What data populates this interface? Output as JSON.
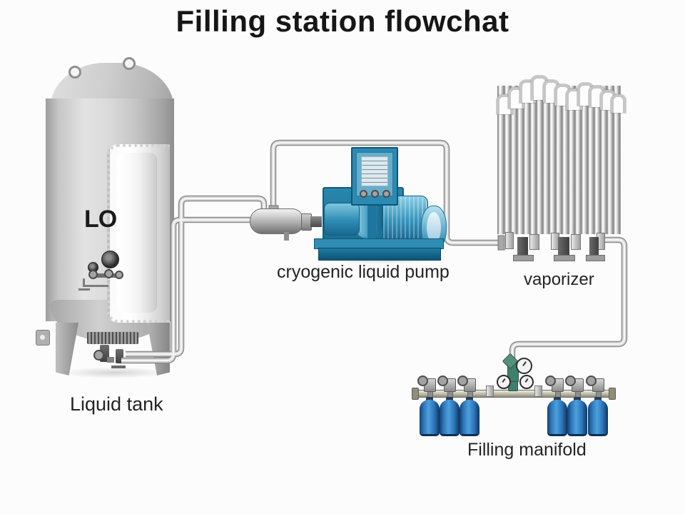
{
  "title": "Filling station flowchat",
  "components": {
    "tank": {
      "label": "Liquid tank",
      "marking": "LO"
    },
    "pump": {
      "label": "cryogenic liquid pump"
    },
    "vaporizer": {
      "label": "vaporizer"
    },
    "manifold": {
      "label": "Filling manifold",
      "cylinder_count": 6
    }
  },
  "colors": {
    "background": "#fcfcfc",
    "title_text": "#161616",
    "label_text": "#242424",
    "tank_gray": "#c9c9c9",
    "pipe_gray": "#d9d9d9",
    "pump_blue": "#2e8fb8",
    "cylinder_blue": "#2f7fc0",
    "regulator_green": "#3e7f6e"
  }
}
